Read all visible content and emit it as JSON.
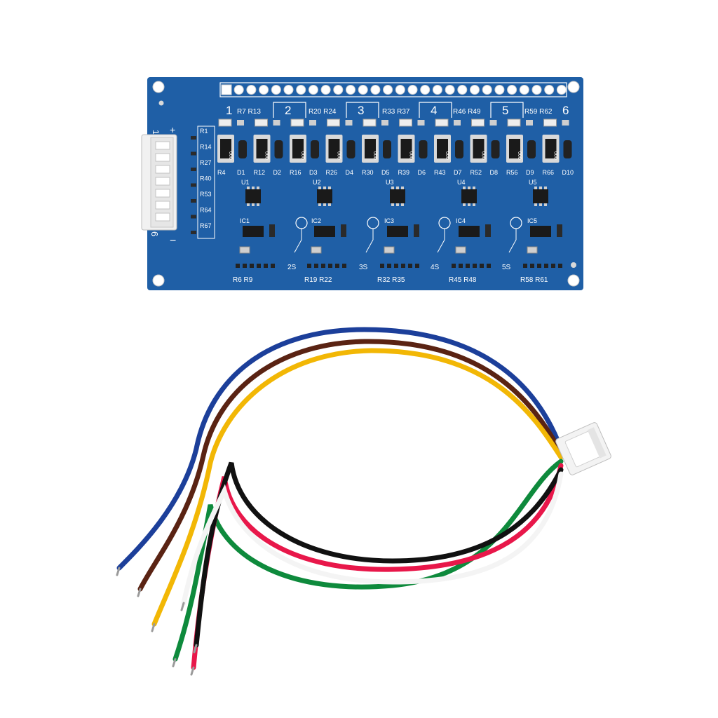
{
  "pcb": {
    "board_color": "#1f5fa6",
    "side_plus": "+",
    "side_minus": "−",
    "side_one": "1",
    "side_six": "6",
    "channels": [
      "1",
      "2",
      "3",
      "4",
      "5",
      "6"
    ],
    "top_refs": [
      "R7 R13",
      "R20 R24",
      "R33 R37",
      "R46 R49",
      "R59 R62"
    ],
    "resistor_refs": [
      "R4",
      "R12",
      "R16",
      "R26",
      "R30",
      "R39",
      "R43",
      "R52",
      "R56",
      "R66"
    ],
    "diode_refs": [
      "D1",
      "D2",
      "D3",
      "D4",
      "D5",
      "D6",
      "D7",
      "D8",
      "D9",
      "D10"
    ],
    "ic_refs": [
      "U1",
      "U2",
      "U3",
      "U4",
      "U5"
    ],
    "ic_labels": [
      "IC1",
      "IC2",
      "IC3",
      "IC4",
      "IC5"
    ],
    "cell_labels": [
      "2S",
      "3S",
      "4S",
      "5S"
    ],
    "bottom_refs": [
      "R6 R9",
      "R19 R22",
      "R32 R35",
      "R45 R48",
      "R58 R61"
    ],
    "left_refs": [
      "R1",
      "R14",
      "R27",
      "R40",
      "R53",
      "R64",
      "R67"
    ],
    "resistor_value": "000"
  },
  "harness": {
    "wire_colors": [
      "#1c3f9a",
      "#5a2313",
      "#f2b705",
      "#0e8a3c",
      "#e8174a",
      "#111111",
      "#f4f4f4"
    ]
  }
}
